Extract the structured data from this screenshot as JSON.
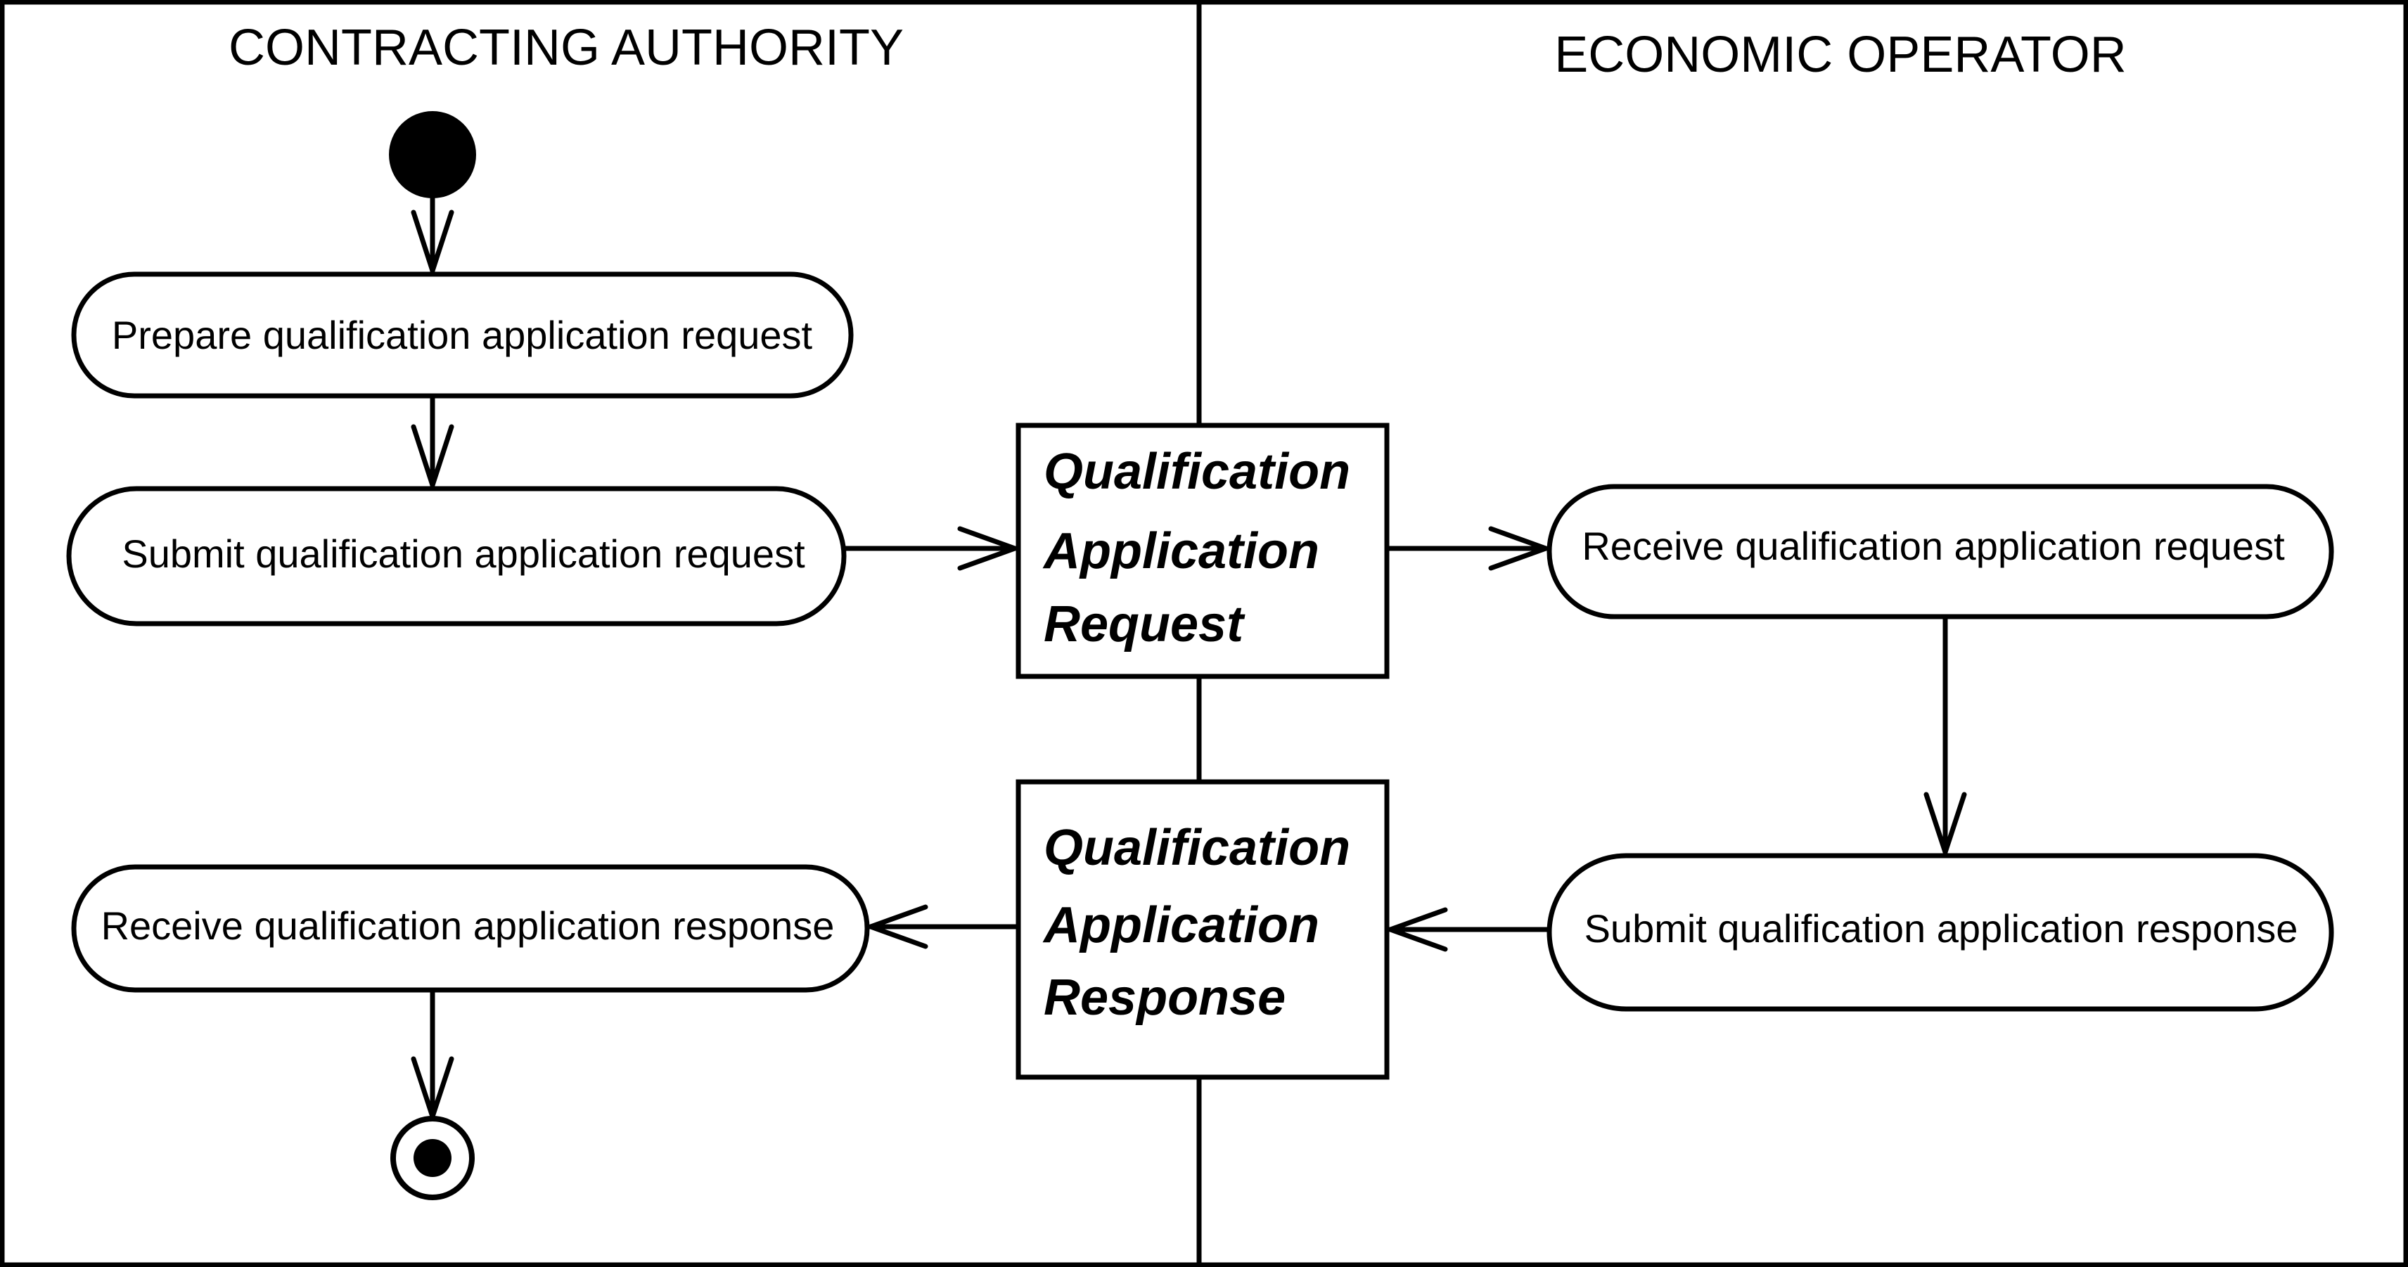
{
  "lanes": {
    "left_title": "CONTRACTING AUTHORITY",
    "right_title": "ECONOMIC OPERATOR"
  },
  "activities": {
    "prepare_request": "Prepare qualification application request",
    "submit_request": "Submit qualification application request",
    "receive_request": "Receive qualification application request",
    "submit_response": "Submit qualification application response",
    "receive_response": "Receive qualification application response"
  },
  "objects": {
    "request": [
      "Qualification",
      "Application",
      "Request"
    ],
    "response": [
      "Qualification",
      "Application",
      "Response"
    ]
  }
}
